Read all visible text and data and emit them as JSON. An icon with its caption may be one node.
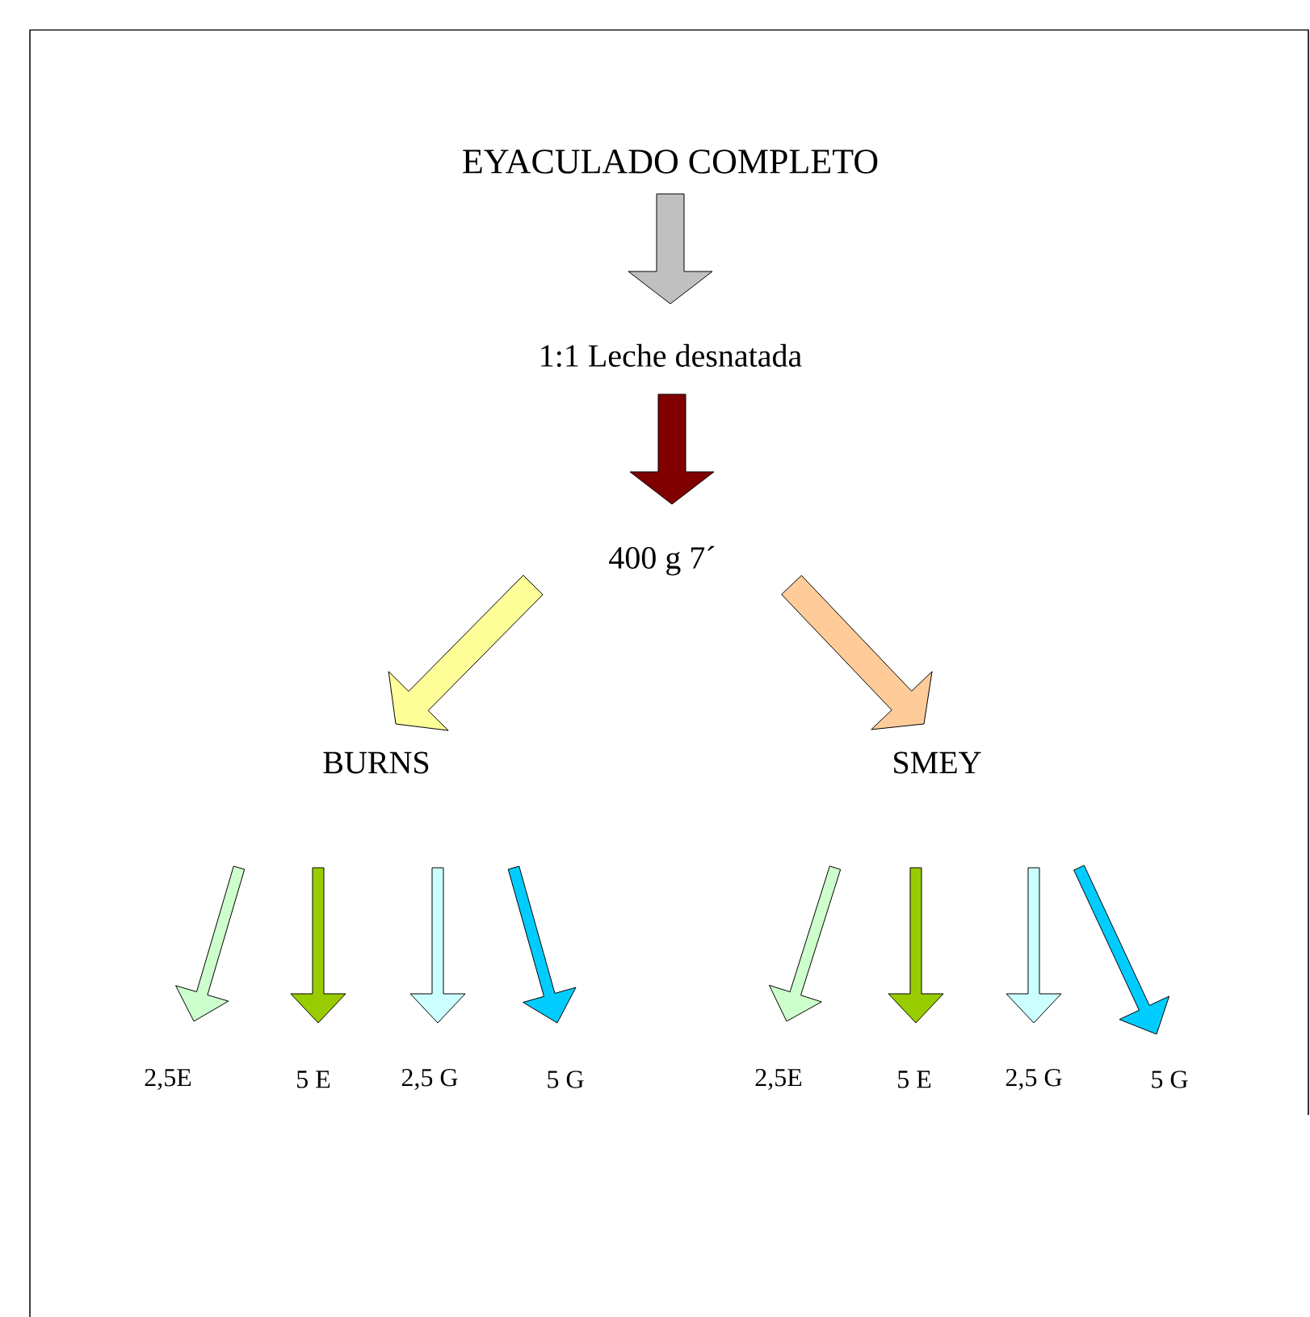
{
  "diagram": {
    "nodes": [
      {
        "text": [
          "EYACULADO COMPLETO"
        ]
      },
      {
        "text": [
          "1:1 Leche desnatada"
        ]
      },
      {
        "text": [
          "400 g 7´"
        ]
      },
      {
        "text": [
          "BURNS"
        ]
      },
      {
        "text": [
          "SMEY"
        ]
      },
      {
        "text": [
          "2,5E"
        ]
      },
      {
        "text": [
          "5 E"
        ]
      },
      {
        "text": [
          "2,5 G"
        ]
      },
      {
        "text": [
          "5 G"
        ]
      },
      {
        "text": [
          "2,5E"
        ]
      },
      {
        "text": [
          "5 E"
        ]
      },
      {
        "text": [
          "2,5 G"
        ]
      },
      {
        "text": [
          "5 G"
        ]
      }
    ],
    "edges": [
      {
        "from": 0,
        "to": 1,
        "arrow": "to",
        "style": "thick",
        "color": "#c0c0c0"
      },
      {
        "from": 1,
        "to": 2,
        "arrow": "to",
        "style": "thick",
        "color": "#800000"
      },
      {
        "from": 2,
        "to": 3,
        "arrow": "to",
        "style": "thick",
        "color": "#ffff99"
      },
      {
        "from": 2,
        "to": 4,
        "arrow": "to",
        "style": "thick",
        "color": "#ffcc99"
      },
      {
        "from": 3,
        "to": 5,
        "arrow": "to",
        "color": "#ccffcc"
      },
      {
        "from": 3,
        "to": 6,
        "arrow": "to",
        "color": "#99cc00"
      },
      {
        "from": 3,
        "to": 7,
        "arrow": "to",
        "color": "#ccffff"
      },
      {
        "from": 3,
        "to": 8,
        "arrow": "to",
        "color": "#00ccff"
      },
      {
        "from": 4,
        "to": 9,
        "arrow": "to",
        "color": "#ccffcc"
      },
      {
        "from": 4,
        "to": 10,
        "arrow": "to",
        "color": "#99cc00"
      },
      {
        "from": 4,
        "to": 11,
        "arrow": "to",
        "color": "#ccffff"
      },
      {
        "from": 4,
        "to": 12,
        "arrow": "to",
        "color": "#00ccff"
      }
    ]
  }
}
